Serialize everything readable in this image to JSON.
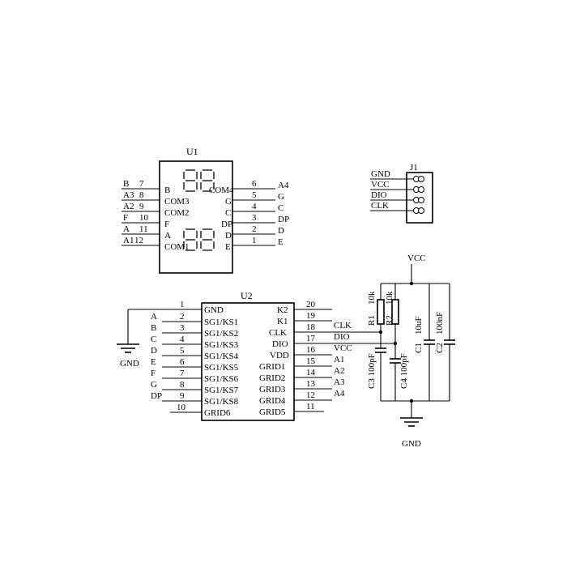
{
  "u1": {
    "ref": "U1",
    "left": [
      {
        "net": "B",
        "pin": "7",
        "name": "B"
      },
      {
        "net": "A3",
        "pin": "8",
        "name": "COM3"
      },
      {
        "net": "A2",
        "pin": "9",
        "name": "COM2"
      },
      {
        "net": "F",
        "pin": "10",
        "name": "F"
      },
      {
        "net": "A",
        "pin": "11",
        "name": "A"
      },
      {
        "net": "A1",
        "pin": "12",
        "name": "COM1"
      }
    ],
    "right": [
      {
        "name": "COM4",
        "pin": "6",
        "net": "A4"
      },
      {
        "name": "G",
        "pin": "5",
        "net": "G"
      },
      {
        "name": "C",
        "pin": "4",
        "net": "C"
      },
      {
        "name": "DP",
        "pin": "3",
        "net": "DP"
      },
      {
        "name": "D",
        "pin": "2",
        "net": "D"
      },
      {
        "name": "E",
        "pin": "1",
        "net": "E"
      }
    ]
  },
  "j1": {
    "ref": "J1",
    "pins": [
      "GND",
      "VCC",
      "DIO",
      "CLK"
    ]
  },
  "u2": {
    "ref": "U2",
    "left": [
      {
        "pin": "1",
        "name": "GND",
        "net": ""
      },
      {
        "pin": "2",
        "name": "SG1/KS1",
        "net": "A"
      },
      {
        "pin": "3",
        "name": "SG1/KS2",
        "net": "B"
      },
      {
        "pin": "4",
        "name": "SG1/KS3",
        "net": "C"
      },
      {
        "pin": "5",
        "name": "SG1/KS4",
        "net": "D"
      },
      {
        "pin": "6",
        "name": "SG1/KS5",
        "net": "E"
      },
      {
        "pin": "7",
        "name": "SG1/KS6",
        "net": "F"
      },
      {
        "pin": "8",
        "name": "SG1/KS7",
        "net": "G"
      },
      {
        "pin": "9",
        "name": "SG1/KS8",
        "net": "DP"
      },
      {
        "pin": "10",
        "name": "GRID6",
        "net": ""
      }
    ],
    "right": [
      {
        "pin": "20",
        "name": "K2",
        "net": ""
      },
      {
        "pin": "19",
        "name": "K1",
        "net": ""
      },
      {
        "pin": "18",
        "name": "CLK",
        "net": "CLK"
      },
      {
        "pin": "17",
        "name": "DIO",
        "net": "DIO"
      },
      {
        "pin": "16",
        "name": "VDD",
        "net": "VCC"
      },
      {
        "pin": "15",
        "name": "GRID1",
        "net": "A1"
      },
      {
        "pin": "14",
        "name": "GRID2",
        "net": "A2"
      },
      {
        "pin": "13",
        "name": "GRID3",
        "net": "A3"
      },
      {
        "pin": "12",
        "name": "GRID4",
        "net": "A4"
      },
      {
        "pin": "11",
        "name": "GRID5",
        "net": ""
      }
    ]
  },
  "components": {
    "r1": {
      "label": "R1",
      "value": "10k"
    },
    "r2": {
      "label": "R2",
      "value": "10k"
    },
    "c1": {
      "label": "C1",
      "value": "10uF"
    },
    "c2": {
      "label": "C2",
      "value": "100nF"
    },
    "c3": {
      "label": "C3 100pF"
    },
    "c4": {
      "label": "C4 100pF"
    }
  },
  "power": {
    "vcc": "VCC",
    "gnd_left": "GND",
    "gnd_right": "GND"
  }
}
